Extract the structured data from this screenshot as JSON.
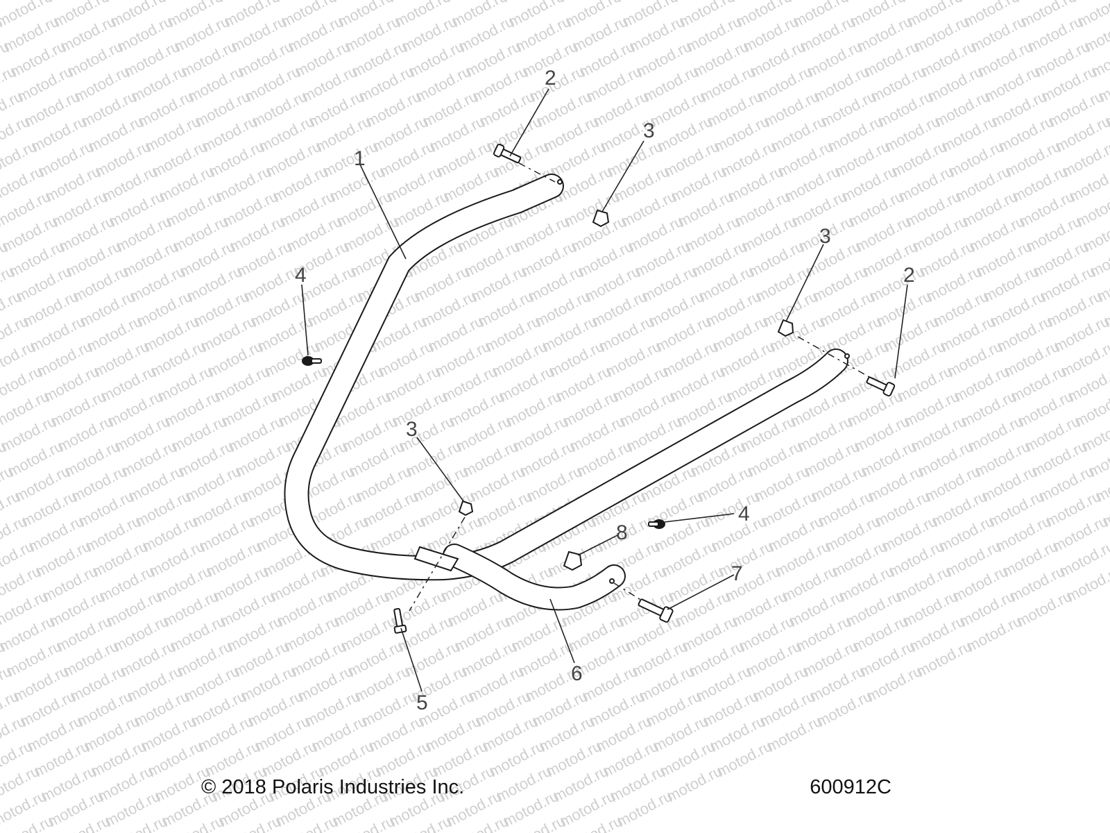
{
  "watermark": {
    "text": "motod.ru"
  },
  "callouts": {
    "c1": "1",
    "c2_top": "2",
    "c2_right": "2",
    "c3_top": "3",
    "c3_right": "3",
    "c3_mid": "3",
    "c4_left": "4",
    "c4_right": "4",
    "c5": "5",
    "c6": "6",
    "c7": "7",
    "c8": "8"
  },
  "footer": {
    "copyright": "© 2018 Polaris Industries Inc.",
    "reference": "600912C"
  }
}
